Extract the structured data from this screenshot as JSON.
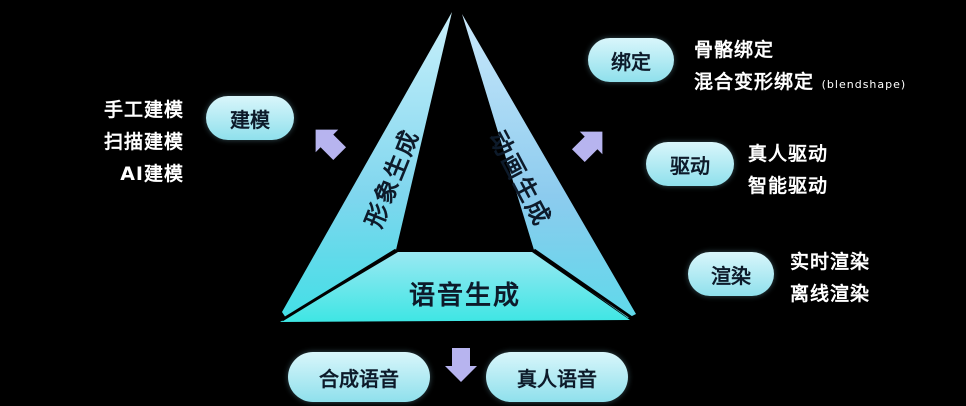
{
  "triangle": {
    "left_side_label": "形象生成",
    "right_side_label": "动画生成",
    "bottom_label": "语音生成"
  },
  "modeling": {
    "pill_label": "建模",
    "items": [
      "手工建模",
      "扫描建模",
      "AI建模"
    ]
  },
  "binding": {
    "pill_label": "绑定",
    "line1": "骨骼绑定",
    "line2_main": "混合变形绑定",
    "line2_note": "(blendshape)"
  },
  "driving": {
    "pill_label": "驱动",
    "items": [
      "真人驱动",
      "智能驱动"
    ]
  },
  "rendering": {
    "pill_label": "渲染",
    "items": [
      "实时渲染",
      "离线渲染"
    ]
  },
  "voice": {
    "synth_label": "合成语音",
    "real_label": "真人语音"
  },
  "colors": {
    "background": "#000000",
    "pill_fill": "#bff0f6",
    "arrow_fill": "#b6b3ee",
    "triangle_gradient_top": "#9be3f4",
    "triangle_gradient_bottom": "#43e1e6"
  }
}
